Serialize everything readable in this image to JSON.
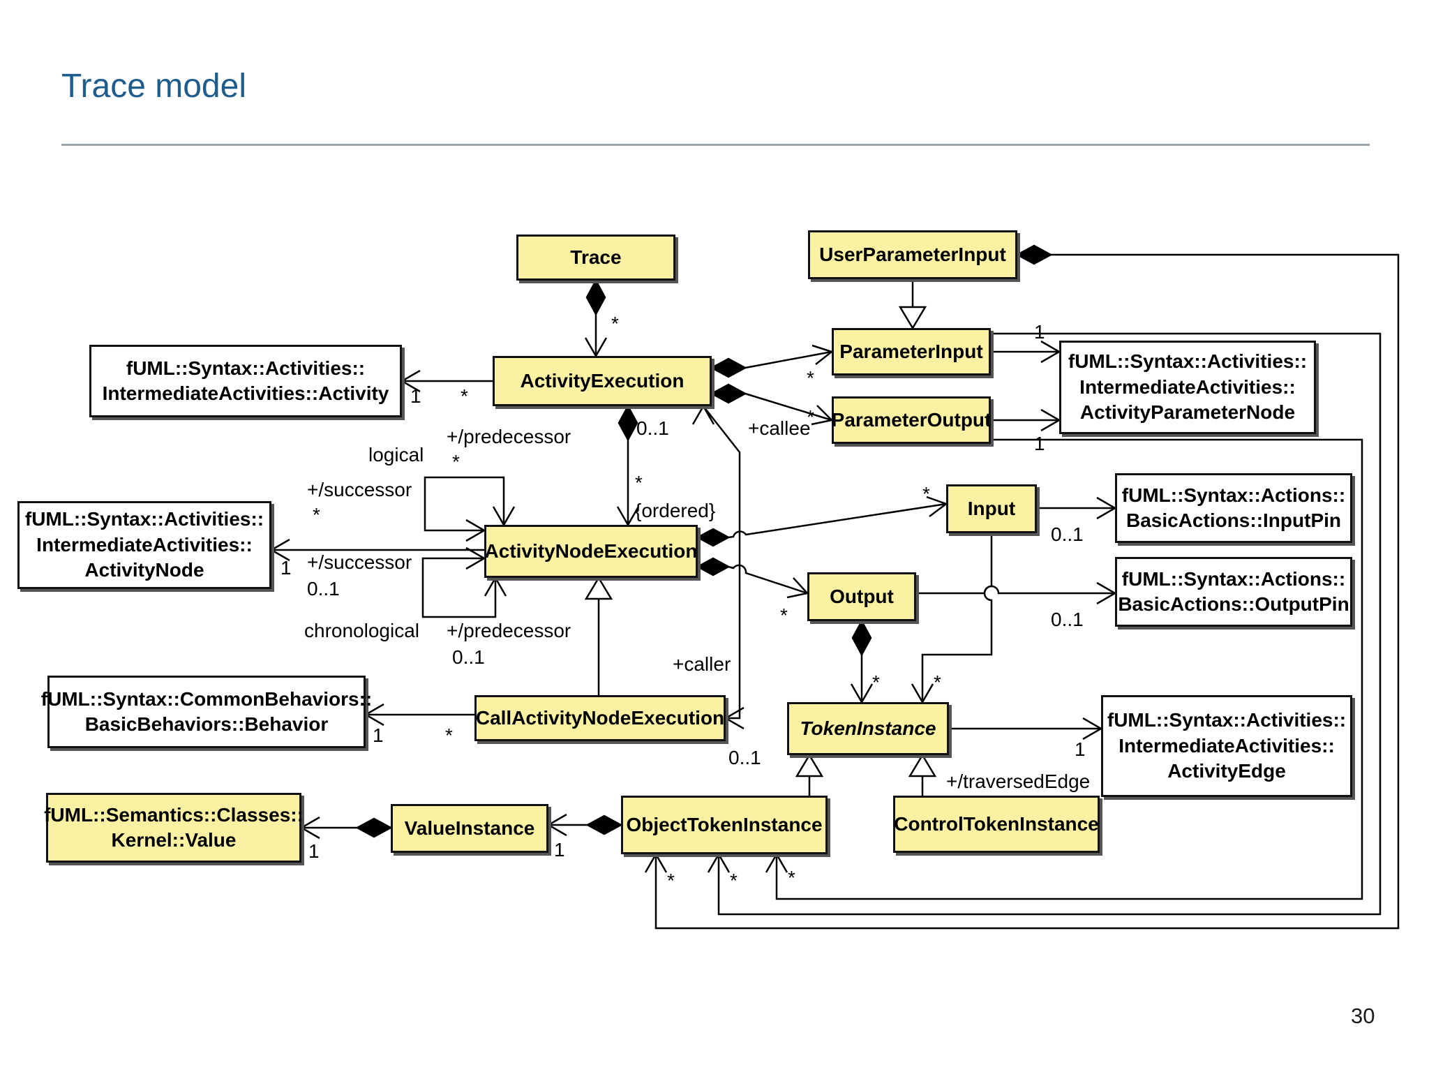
{
  "slide": {
    "title": "Trace model",
    "page_number": "30"
  },
  "colors": {
    "class_fill": "#faf2a2",
    "class_border": "#111111",
    "title_blue": "#1d5c8c",
    "rule_gray": "#97a3ad",
    "wire_black": "#000000"
  },
  "classes": {
    "trace": {
      "label": "Trace"
    },
    "user_parameter_input": {
      "label": "UserParameterInput"
    },
    "activity_execution": {
      "label": "ActivityExecution"
    },
    "parameter_input": {
      "label": "ParameterInput"
    },
    "parameter_output": {
      "label": "ParameterOutput"
    },
    "activity_node_execution": {
      "label": "ActivityNodeExecution"
    },
    "input": {
      "label": "Input"
    },
    "output": {
      "label": "Output"
    },
    "call_activity_node_execution": {
      "label": "CallActivityNodeExecution"
    },
    "token_instance": {
      "label": "TokenInstance"
    },
    "object_token_instance": {
      "label": "ObjectTokenInstance"
    },
    "control_token_instance": {
      "label": "ControlTokenInstance"
    },
    "value_instance": {
      "label": "ValueInstance"
    },
    "value": {
      "label": "fUML::Semantics::Classes::\nKernel::Value"
    },
    "activity": {
      "label": "fUML::Syntax::Activities::\nIntermediateActivities::Activity"
    },
    "activity_parameter_node": {
      "label": "fUML::Syntax::Activities::\nIntermediateActivities::\nActivityParameterNode"
    },
    "activity_node": {
      "label": "fUML::Syntax::Activities::\nIntermediateActivities::\nActivityNode"
    },
    "input_pin": {
      "label": "fUML::Syntax::Actions::\nBasicActions::InputPin"
    },
    "output_pin": {
      "label": "fUML::Syntax::Actions::\nBasicActions::OutputPin"
    },
    "behavior": {
      "label": "fUML::Syntax::CommonBehaviors::\nBasicBehaviors::Behavior"
    },
    "activity_edge": {
      "label": "fUML::Syntax::Activities::\nIntermediateActivities::\nActivityEdge"
    }
  },
  "edge_labels": {
    "trace_ae_mult": "*",
    "ae_activity_mult1": "1",
    "ae_activity_multstar": "*",
    "ae_pi_mult": "*",
    "ae_po_mult": "*",
    "pi_apn_mult": "1",
    "po_apn_mult": "1",
    "callee_mult": "0..1",
    "callee_role": "+callee",
    "ae_ane_mult": "*",
    "ae_ane_ordered": "{ordered}",
    "logical_pred_role": "+/predecessor",
    "logical_pred_mult": "*",
    "logical_name": "logical",
    "logical_succ_role": "+/successor",
    "logical_succ_mult": "*",
    "chrono_succ_role": "+/successor",
    "chrono_succ_mult": "0..1",
    "chrono_name": "chronological",
    "chrono_pred_role": "+/predecessor",
    "chrono_pred_mult": "0..1",
    "ane_an_mult": "1",
    "ane_input_mult": "*",
    "input_pin_mult": "0..1",
    "ane_output_mult": "*",
    "output_pin_mult": "0..1",
    "caller_role": "+caller",
    "caller_mult": "0..1",
    "cane_behavior_mult1": "1",
    "cane_behavior_multstar": "*",
    "output_ti_mult": "*",
    "input_ti_mult": "*",
    "ti_edge_mult": "1",
    "ti_edge_role": "+/traversedEdge",
    "oti_vi_mult": "1",
    "vi_value_mult": "1",
    "upi_oti_mult": "*",
    "pi_oti_mult": "*",
    "po_oti_mult": "*"
  }
}
